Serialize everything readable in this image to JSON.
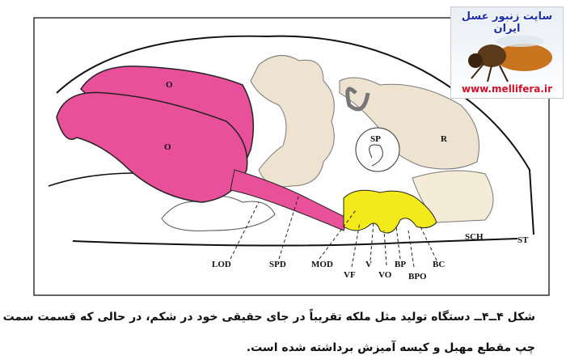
{
  "figure": {
    "labels": {
      "ovary_upper": "O",
      "ovary_lower": "O",
      "spermatheca": "SP",
      "rectum": "R",
      "sch": "SCH",
      "st": "ST",
      "lod": "LOD",
      "spd": "SPD",
      "mod": "MOD",
      "vf": "VF",
      "v": "V",
      "vo": "VO",
      "bp": "BP",
      "bpo": "BPO",
      "bc": "BC"
    },
    "colors": {
      "ovary": "#e8509a",
      "intestine": "#ede3d0",
      "yellow": "#f2ea1a"
    }
  },
  "logo": {
    "title": "سایت زنبور عسل ایران",
    "url": "www.mellifera.ir"
  },
  "caption": {
    "line1": "شکل ۴ــ۴ــ دستگاه تولید مثل ملکه تقریباً در جای حقیقی خود در شکم، در حالی که قسمت سمت",
    "line2": "چپ مقطع مهبل و کیسه آمیزش برداشته شده است."
  }
}
